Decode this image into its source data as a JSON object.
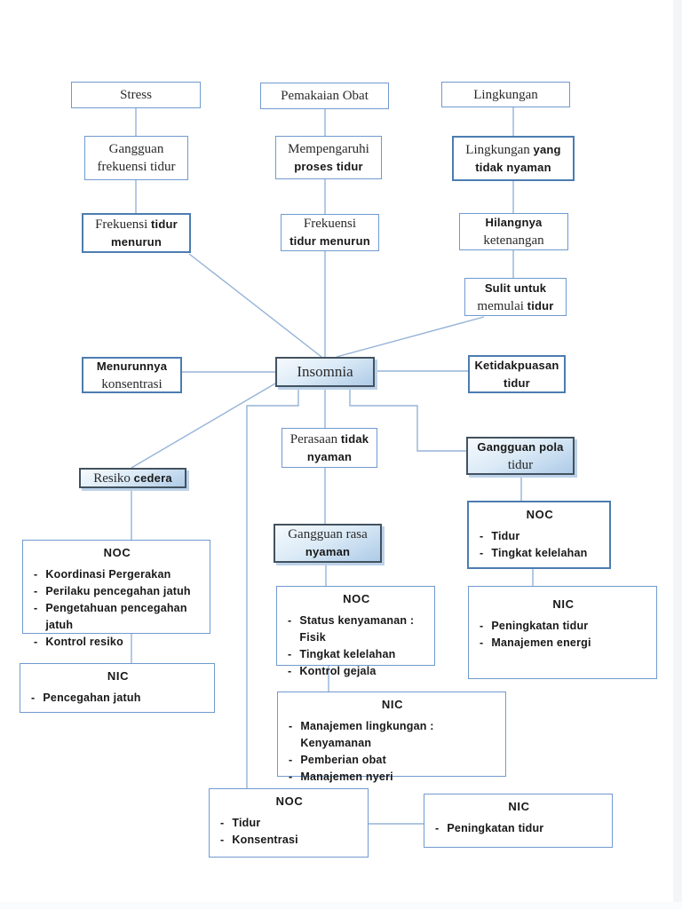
{
  "diagram": {
    "colors": {
      "line": "#95b3d7",
      "border": "#6f9ad0",
      "border_strong": "#4c7cb0",
      "shaded_border": "#43525f",
      "shadow": "#bcd2e8",
      "text": "#1f1f1f"
    },
    "nodes": {
      "stress": {
        "lines": [
          [
            {
              "t": "Stress",
              "b": false
            }
          ]
        ]
      },
      "pemakaian_obat": {
        "lines": [
          [
            {
              "t": "Pemakaian Obat",
              "b": false
            }
          ]
        ]
      },
      "lingkungan": {
        "lines": [
          [
            {
              "t": "Lingkungan",
              "b": false
            }
          ]
        ]
      },
      "gangguan_frekuensi_tidur": {
        "lines": [
          [
            {
              "t": "Gangguan",
              "b": false
            }
          ],
          [
            {
              "t": "frekuensi tidur",
              "b": false
            }
          ]
        ]
      },
      "mempengaruhi_proses_tidur": {
        "lines": [
          [
            {
              "t": "Mempengaruhi",
              "b": false
            }
          ],
          [
            {
              "t": "proses tidur",
              "b": true
            }
          ]
        ]
      },
      "lingkungan_tidak_nyaman": {
        "lines": [
          [
            {
              "t": "Lingkungan ",
              "b": false
            },
            {
              "t": "yang",
              "b": true
            }
          ],
          [
            {
              "t": "tidak nyaman",
              "b": true
            }
          ]
        ]
      },
      "frekuensi_tidur_menurun_kiri": {
        "lines": [
          [
            {
              "t": "Frekuensi ",
              "b": false
            },
            {
              "t": "tidur",
              "b": true
            }
          ],
          [
            {
              "t": "menurun",
              "b": true
            }
          ]
        ]
      },
      "frekuensi_tidur_menurun_tengah": {
        "lines": [
          [
            {
              "t": "Frekuensi",
              "b": false
            }
          ],
          [
            {
              "t": "tidur menurun",
              "b": true
            }
          ]
        ]
      },
      "hilangnya_ketenangan": {
        "lines": [
          [
            {
              "t": "Hilangnya",
              "b": true
            }
          ],
          [
            {
              "t": "ketenangan",
              "b": false
            }
          ]
        ]
      },
      "sulit_memulai_tidur": {
        "lines": [
          [
            {
              "t": "Sulit untuk",
              "b": true
            }
          ],
          [
            {
              "t": "memulai ",
              "b": false
            },
            {
              "t": "tidur",
              "b": true
            }
          ]
        ]
      },
      "menurunnya_konsentrasi": {
        "lines": [
          [
            {
              "t": "Menurunnya",
              "b": true
            }
          ],
          [
            {
              "t": "konsentrasi",
              "b": false
            }
          ]
        ]
      },
      "insomnia": {
        "lines": [
          [
            {
              "t": "Insomnia",
              "b": false
            }
          ]
        ]
      },
      "ketidakpuasan_tidur": {
        "lines": [
          [
            {
              "t": "Ketidakpuasan",
              "b": true
            }
          ],
          [
            {
              "t": "tidur",
              "b": true
            }
          ]
        ]
      },
      "perasaan_tidak_nyaman": {
        "lines": [
          [
            {
              "t": "Perasaan ",
              "b": false
            },
            {
              "t": "tidak",
              "b": true
            }
          ],
          [
            {
              "t": "nyaman",
              "b": true
            }
          ]
        ]
      },
      "gangguan_pola_tidur": {
        "lines": [
          [
            {
              "t": "Gangguan pola",
              "b": true
            }
          ],
          [
            {
              "t": "tidur",
              "b": false
            }
          ]
        ]
      },
      "resiko_cedera": {
        "lines": [
          [
            {
              "t": "Resiko ",
              "b": false
            },
            {
              "t": "cedera",
              "b": true
            }
          ]
        ]
      },
      "gangguan_rasa_nyaman": {
        "lines": [
          [
            {
              "t": "Gangguan rasa",
              "b": false
            }
          ],
          [
            {
              "t": "nyaman",
              "b": true
            }
          ]
        ]
      }
    },
    "outcomes": {
      "noc_left": {
        "title": "NOC",
        "items": [
          "Koordinasi Pergerakan",
          "Perilaku pencegahan jatuh",
          "Pengetahuan pencegahan jatuh",
          "Kontrol resiko"
        ]
      },
      "nic_left": {
        "title": "NIC",
        "items": [
          "Pencegahan jatuh"
        ]
      },
      "noc_mid": {
        "title": "NOC",
        "items": [
          "Status kenyamanan : Fisik",
          "Tingkat kelelahan",
          "Kontrol gejala"
        ]
      },
      "nic_mid": {
        "title": "NIC",
        "items": [
          "Manajemen lingkungan : Kenyamanan",
          "Pemberian obat",
          "Manajemen nyeri"
        ]
      },
      "noc_right": {
        "title": "NOC",
        "items": [
          "Tidur",
          "Tingkat kelelahan"
        ]
      },
      "nic_right": {
        "title": "NIC",
        "items": [
          "Peningkatan tidur",
          "Manajemen energi"
        ]
      },
      "noc_bottom": {
        "title": "NOC",
        "items": [
          "Tidur",
          "Konsentrasi"
        ]
      },
      "nic_bottom": {
        "title": "NIC",
        "items": [
          "Peningkatan tidur"
        ]
      }
    }
  }
}
